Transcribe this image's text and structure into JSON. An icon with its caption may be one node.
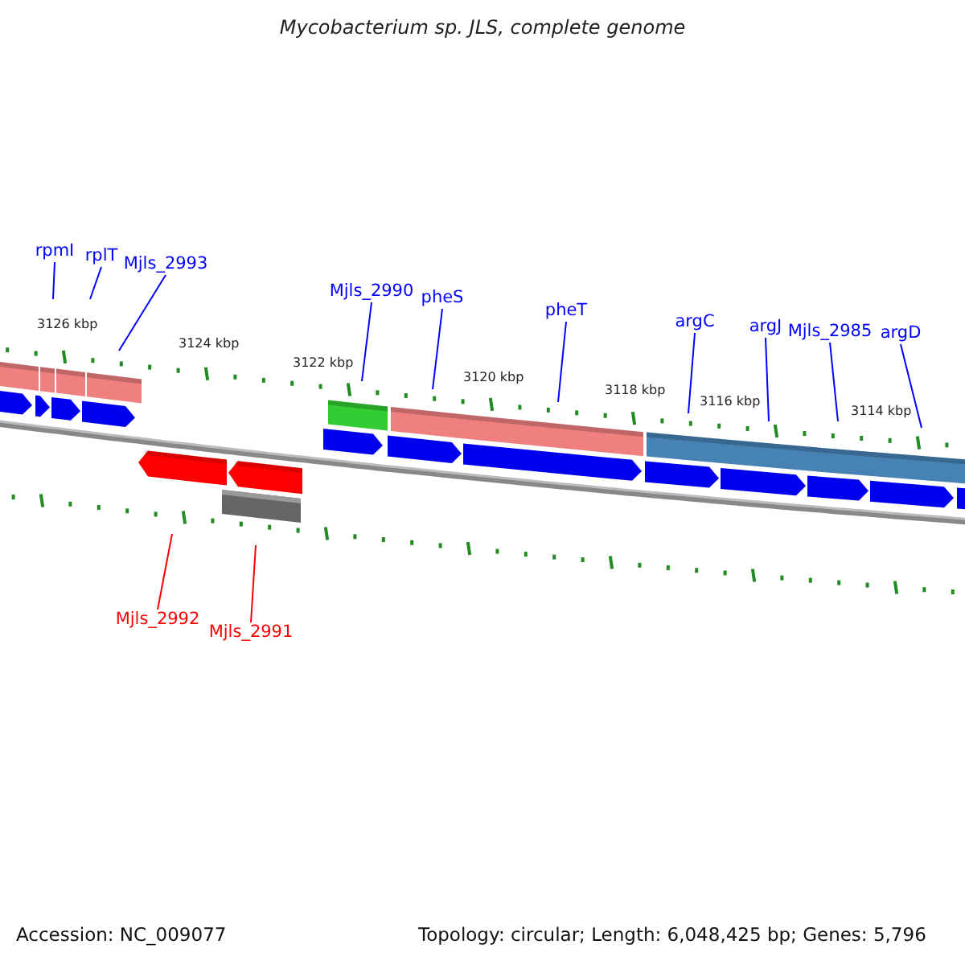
{
  "diagram": {
    "title": "Mycobacterium sp. JLS, complete genome",
    "nodes": [
      {
        "text": [
          "rpmI"
        ]
      },
      {
        "text": [
          "rplT"
        ]
      },
      {
        "text": [
          "Mjls_2993"
        ]
      },
      {
        "text": [
          "Mjls_2990"
        ]
      },
      {
        "text": [
          "pheS"
        ]
      },
      {
        "text": [
          "pheT"
        ]
      },
      {
        "text": [
          "argC"
        ]
      },
      {
        "text": [
          "argJ"
        ]
      },
      {
        "text": [
          "Mjls_2985"
        ]
      },
      {
        "text": [
          "argD"
        ]
      },
      {
        "text": [
          "Mjls_2992"
        ]
      },
      {
        "text": [
          "Mjls_2991"
        ]
      }
    ],
    "edges": [
      {
        "from": 0,
        "to": null,
        "arrow": "none"
      },
      {
        "from": 1,
        "to": null,
        "arrow": "none"
      },
      {
        "from": 2,
        "to": null,
        "arrow": "none"
      },
      {
        "from": 3,
        "to": null,
        "arrow": "none"
      },
      {
        "from": 4,
        "to": null,
        "arrow": "none"
      },
      {
        "from": 5,
        "to": null,
        "arrow": "none"
      },
      {
        "from": 6,
        "to": null,
        "arrow": "none"
      },
      {
        "from": 7,
        "to": null,
        "arrow": "none"
      },
      {
        "from": 8,
        "to": null,
        "arrow": "none"
      },
      {
        "from": 9,
        "to": null,
        "arrow": "none"
      },
      {
        "from": 10,
        "to": null,
        "arrow": "none",
        "color": "#ff0000"
      },
      {
        "from": 11,
        "to": null,
        "arrow": "none",
        "color": "#ff0000"
      }
    ],
    "labels": [
      "3126 kbp",
      "3124 kbp",
      "3122 kbp",
      "3120 kbp",
      "3118 kbp",
      "3116 kbp",
      "3114 kbp",
      "Accession: NC_009077",
      "Topology: circular; Length: 6,048,425 bp; Genes: 5,796"
    ]
  }
}
